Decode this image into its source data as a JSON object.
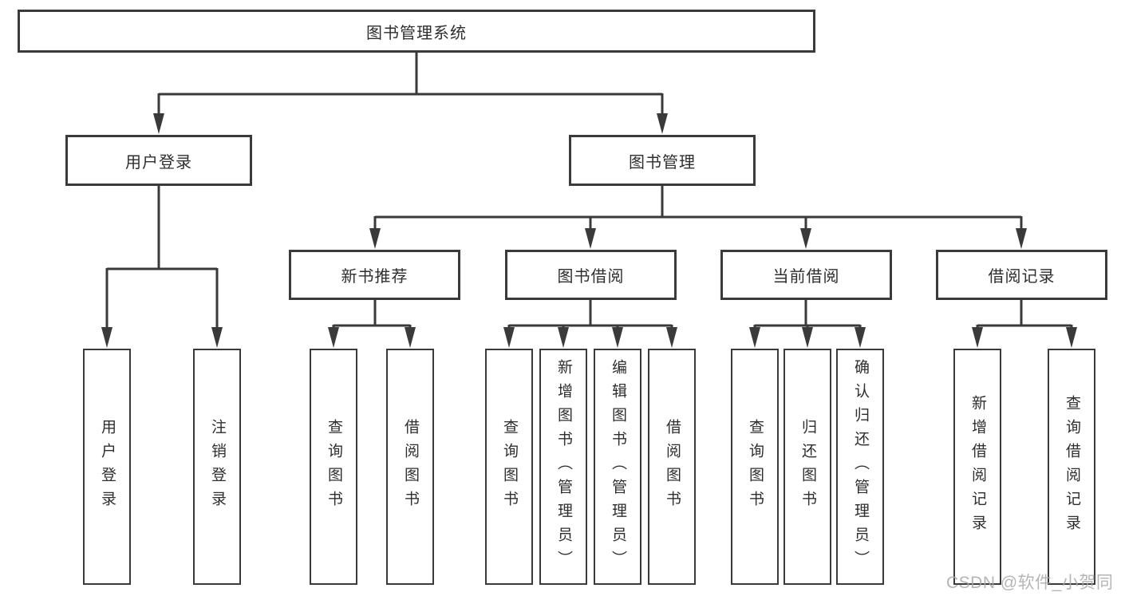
{
  "tree": {
    "label": "图书管理系统",
    "children": [
      {
        "label": "用户登录",
        "children": [
          {
            "label": "用户登录"
          },
          {
            "label": "注销登录"
          }
        ]
      },
      {
        "label": "图书管理",
        "children": [
          {
            "label": "新书推荐",
            "children": [
              {
                "label": "查询图书"
              },
              {
                "label": "借阅图书"
              }
            ]
          },
          {
            "label": "图书借阅",
            "children": [
              {
                "label": "查询图书"
              },
              {
                "label": "新增图书（管理员）"
              },
              {
                "label": "编辑图书（管理员）"
              },
              {
                "label": "借阅图书"
              }
            ]
          },
          {
            "label": "当前借阅",
            "children": [
              {
                "label": "查询图书"
              },
              {
                "label": "归还图书"
              },
              {
                "label": "确认归还（管理员）"
              }
            ]
          },
          {
            "label": "借阅记录",
            "children": [
              {
                "label": "新增借阅记录"
              },
              {
                "label": "查询借阅记录"
              }
            ]
          }
        ]
      }
    ]
  },
  "watermark": {
    "text": "CSDN @软件_小贺同学"
  },
  "colors": {
    "line": "#3a3a3a",
    "box_border": "#3a3a3a",
    "box_fill": "#ffffff",
    "text": "#2e2e2e",
    "background": "#ffffff",
    "watermark": "#a8a8a8"
  }
}
